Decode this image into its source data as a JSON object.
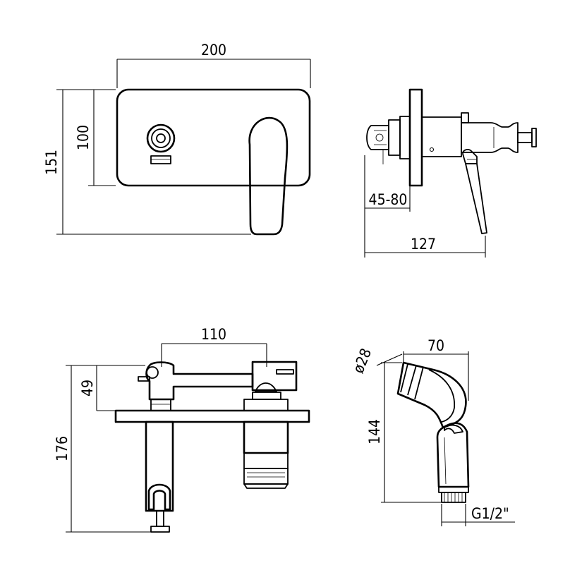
{
  "dimensions": {
    "front_width": "200",
    "front_height_total": "151",
    "front_height_plate": "100",
    "side_wall_depth": "45-80",
    "side_total_depth": "127",
    "top_spacing": "110",
    "top_height": "49",
    "top_total_height": "176",
    "shower_diameter": "ø28",
    "shower_width": "70",
    "shower_height": "144",
    "shower_thread": "G1/2\""
  }
}
